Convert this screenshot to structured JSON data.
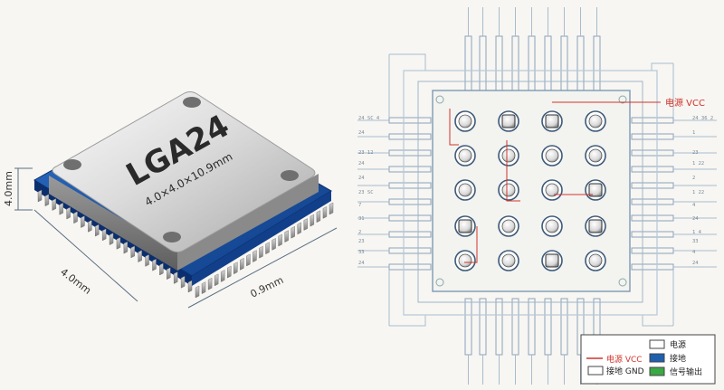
{
  "chip": {
    "name": "LGA24",
    "size_text": "4.0×4.0×10.9mm",
    "dim_height": "4.0mm",
    "dim_width": "4.0mm",
    "dim_depth": "0.9mm"
  },
  "schematic": {
    "callout_vcc": "电源 VCC",
    "left_pin_labels": [
      "24 SC 4",
      "24",
      "23 12",
      "24",
      "24",
      "23 SC",
      "7",
      "31",
      "2",
      "23",
      "33",
      "24"
    ],
    "right_pin_labels": [
      "24 36 2",
      "1",
      "23",
      "1 22",
      "2",
      "1 22",
      "4",
      "24",
      "1 4",
      "33",
      "4",
      "24"
    ]
  },
  "legend": {
    "vcc": "电源 VCC",
    "power": "电源",
    "gnd": "接地 GND",
    "ground": "接地",
    "signal": "信号输出",
    "colors": {
      "vcc": "#d0342c",
      "power": "#ffffff",
      "ground": "#1f5fb0",
      "signal": "#3aa845"
    }
  }
}
